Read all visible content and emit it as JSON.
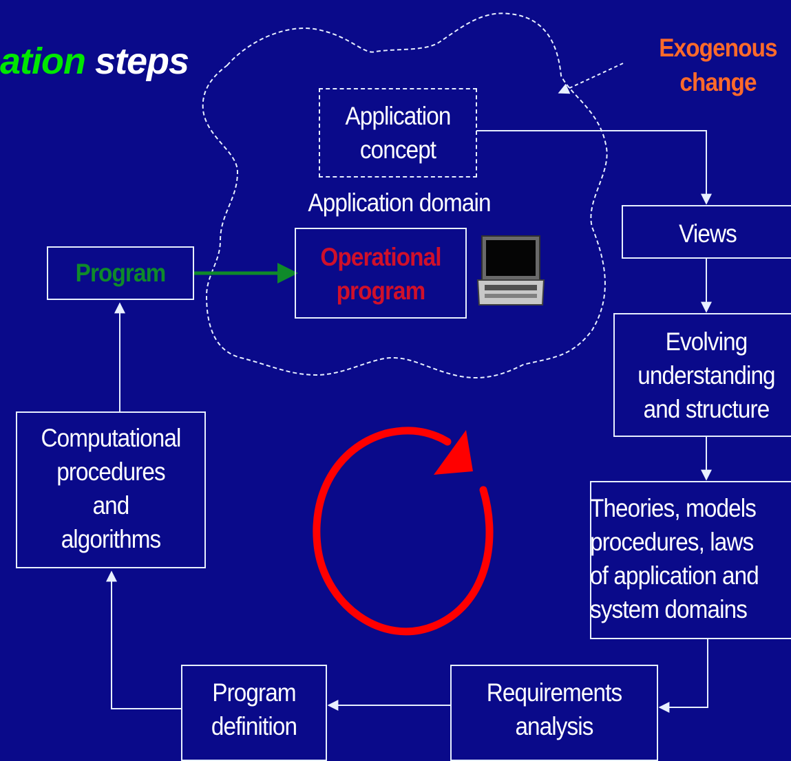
{
  "title": {
    "part1": "ation",
    "part2": " steps"
  },
  "exogenous": "Exogenous\nchange",
  "application_domain": "Application domain",
  "nodes": {
    "application_concept": "Application\nconcept",
    "views": "Views",
    "evolving": "Evolving\nunderstanding\nand structure",
    "theories": "Theories, models\nprocedures, laws\nof application and\nsystem domains",
    "requirements": "Requirements\nanalysis",
    "program_definition": "Program\ndefinition",
    "computational": "Computational\nprocedures\nand\nalgorithms",
    "program": "Program",
    "operational": "Operational\nprogram"
  },
  "colors": {
    "background": "#0a0a8a",
    "line": "#e8f0ff",
    "title_green": "#00e800",
    "program_green": "#0f8a2a",
    "operational_red": "#d0102a",
    "exogenous_orange": "#ff6a2a",
    "cycle_red": "#ff0000"
  },
  "icons": [
    "computer-terminal-icon",
    "cycle-arrow-icon"
  ]
}
